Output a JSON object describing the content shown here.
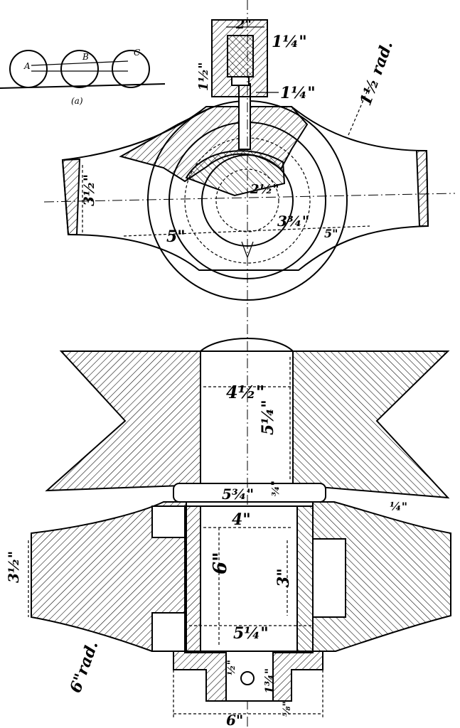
{
  "figure_label": "(a)",
  "rollers": [
    "A",
    "B",
    "C"
  ],
  "dimensions": {
    "top_width": "2\"",
    "thread_dia": "1¼\"",
    "stem_dia": "1¼\"",
    "collar_height": "1½\"",
    "fillet_radius": "1½ rad.",
    "arm_thickness": "3½\"",
    "arm_length": "5\"",
    "pin_dia": "2½\"",
    "ring_dia": "3¾\"",
    "ring_outer": "5\"",
    "bore_upper": "4½\"",
    "bore_length": "5¼\"",
    "collar_width": "5¾\"",
    "collar_thick": "¾\"",
    "gap": "¼\"",
    "bore_lower": "4\"",
    "lower_height": "6\"",
    "recess_height": "3\"",
    "base_width": "5¼\"",
    "side_thick": "3½\"",
    "bottom_radius": "6\"rad.",
    "hole_half": "½\"",
    "flange_height": "1¾\"",
    "flange_width": "6\"",
    "flange_thick": "⅝\""
  }
}
